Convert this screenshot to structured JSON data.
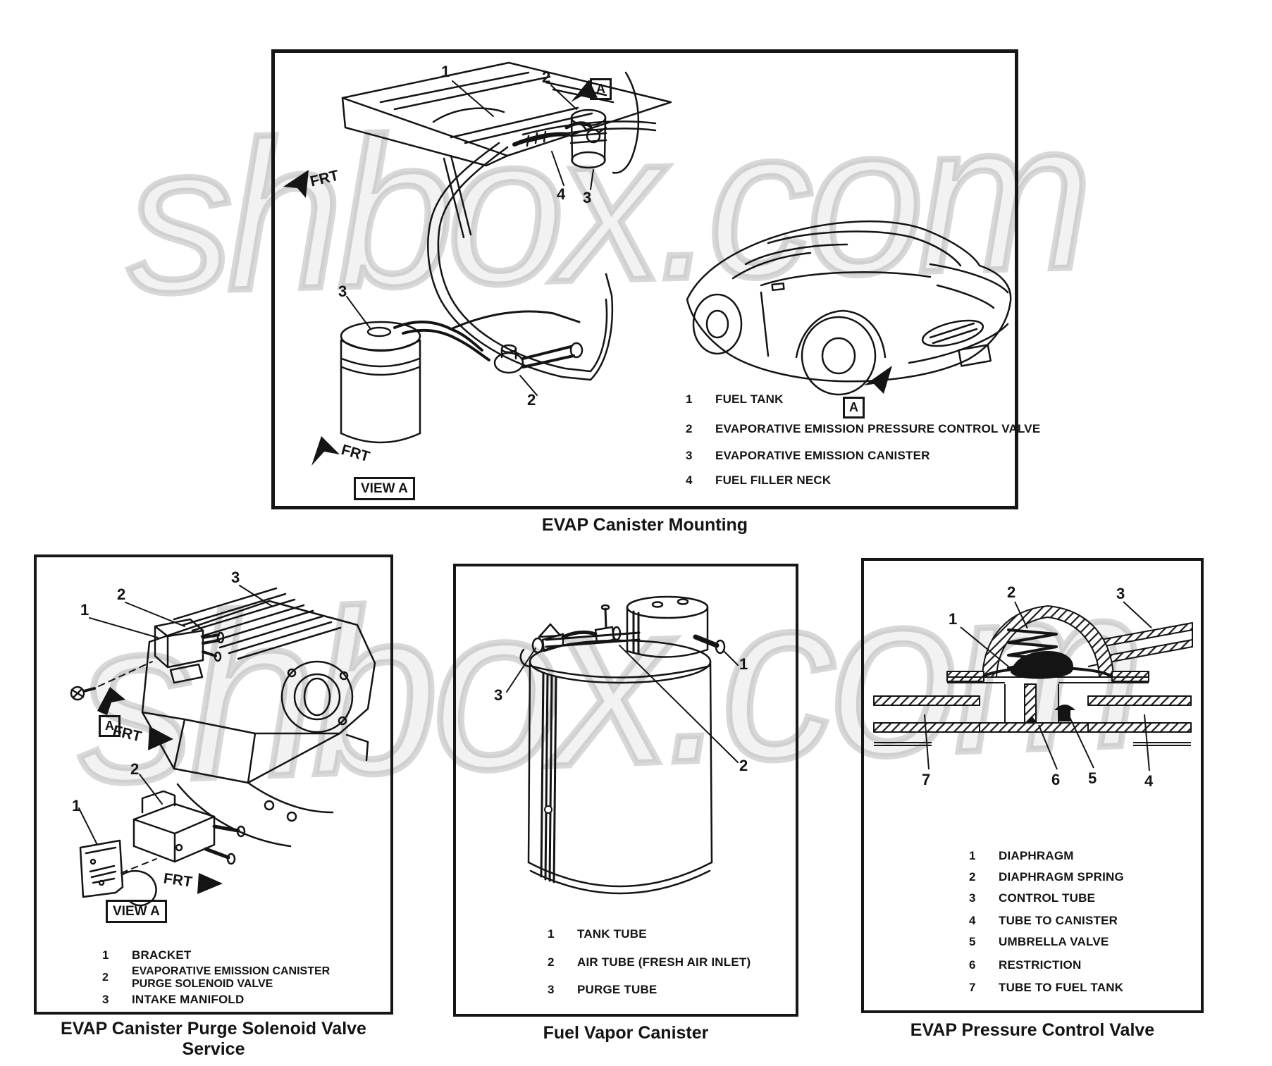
{
  "shared": {
    "watermark": "shbox.com",
    "frt": "FRT",
    "view_a": "VIEW A",
    "boxed_a": "A",
    "numerals": {
      "n1": "1",
      "n2": "2",
      "n3": "3",
      "n4": "4",
      "n5": "5",
      "n6": "6",
      "n7": "7"
    }
  },
  "panels": {
    "mounting": {
      "title": "EVAP Canister Mounting",
      "legend": [
        {
          "num": "1",
          "label": "FUEL TANK"
        },
        {
          "num": "2",
          "label": "EVAPORATIVE EMISSION PRESSURE CONTROL VALVE"
        },
        {
          "num": "3",
          "label": "EVAPORATIVE EMISSION CANISTER"
        },
        {
          "num": "4",
          "label": "FUEL FILLER NECK"
        }
      ]
    },
    "purge_solenoid": {
      "title_line1": "EVAP Canister Purge Solenoid Valve",
      "title_line2": "Service",
      "legend": [
        {
          "num": "1",
          "label": "BRACKET"
        },
        {
          "num": "2",
          "label_line1": "EVAPORATIVE EMISSION CANISTER",
          "label_line2": "PURGE SOLENOID VALVE"
        },
        {
          "num": "3",
          "label": "INTAKE MANIFOLD"
        }
      ]
    },
    "fuel_vapor_canister": {
      "title": "Fuel Vapor Canister",
      "legend": [
        {
          "num": "1",
          "label": "TANK TUBE"
        },
        {
          "num": "2",
          "label": "AIR TUBE (FRESH AIR INLET)"
        },
        {
          "num": "3",
          "label": "PURGE TUBE"
        }
      ]
    },
    "pressure_valve": {
      "title": "EVAP Pressure Control Valve",
      "legend": [
        {
          "num": "1",
          "label": "DIAPHRAGM"
        },
        {
          "num": "2",
          "label": "DIAPHRAGM SPRING"
        },
        {
          "num": "3",
          "label": "CONTROL TUBE"
        },
        {
          "num": "4",
          "label": "TUBE TO CANISTER"
        },
        {
          "num": "5",
          "label": "UMBRELLA VALVE"
        },
        {
          "num": "6",
          "label": "RESTRICTION"
        },
        {
          "num": "7",
          "label": "TUBE TO FUEL TANK"
        }
      ]
    }
  }
}
